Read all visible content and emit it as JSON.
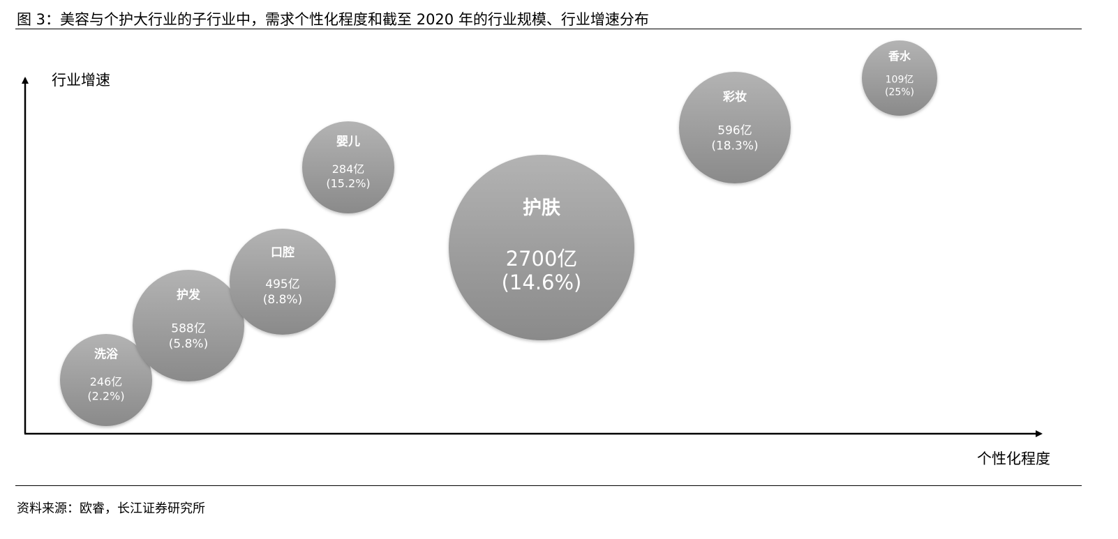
{
  "title": "图 3：美容与个护大行业的子行业中，需求个性化程度和截至 2020 年的行业规模、行业增速分布",
  "source": "资料来源：欧睿，长江证券研究所",
  "chart_data": {
    "type": "scatter",
    "subtype": "bubble",
    "title": "美容与个护大行业的子行业中，需求个性化程度和截至 2020 年的行业规模、行业增速分布",
    "xlabel": "个性化程度",
    "ylabel": "行业增速",
    "grid": false,
    "points": [
      {
        "name": "洗浴",
        "size_label": "246亿",
        "growth_label": "(2.2%)",
        "size": 246,
        "growth": 2.2
      },
      {
        "name": "护发",
        "size_label": "588亿",
        "growth_label": "(5.8%)",
        "size": 588,
        "growth": 5.8
      },
      {
        "name": "口腔",
        "size_label": "495亿",
        "growth_label": "(8.8%)",
        "size": 495,
        "growth": 8.8
      },
      {
        "name": "婴儿",
        "size_label": "284亿",
        "growth_label": "(15.2%)",
        "size": 284,
        "growth": 15.2
      },
      {
        "name": "护肤",
        "size_label": "2700亿",
        "growth_label": "(14.6%)",
        "size": 2700,
        "growth": 14.6
      },
      {
        "name": "彩妆",
        "size_label": "596亿",
        "growth_label": "(18.3%)",
        "size": 596,
        "growth": 18.3
      },
      {
        "name": "香水",
        "size_label": "109亿",
        "growth_label": "(25%)",
        "size": 109,
        "growth": 25
      }
    ],
    "colors": {
      "bubble_top": "#b3b3b3",
      "bubble_bottom": "#8a8a8a",
      "axis": "#000000"
    }
  }
}
